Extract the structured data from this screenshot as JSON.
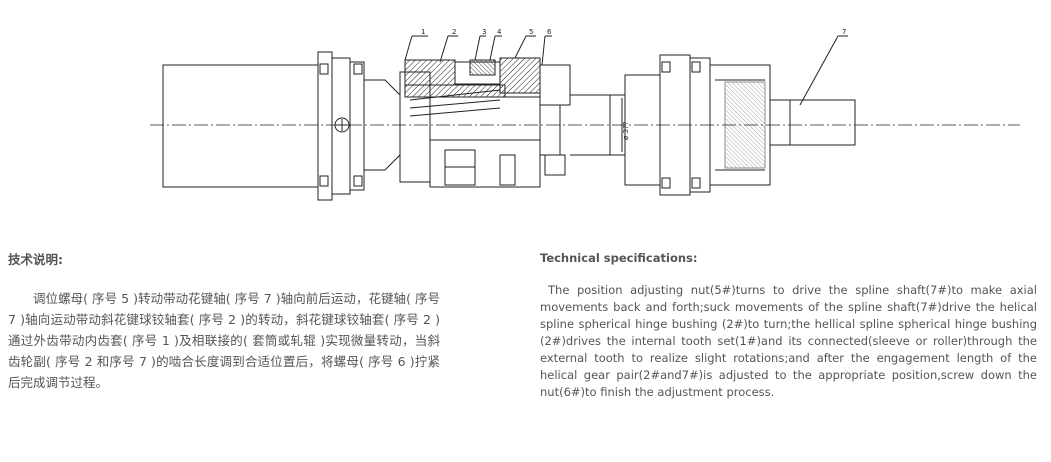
{
  "drawing": {
    "part_labels": [
      "1",
      "2",
      "3",
      "4",
      "5",
      "6",
      "7"
    ],
    "dimension_label": "ø 3??"
  },
  "chinese_section": {
    "title": "技术说明:",
    "body": "调位螺母( 序号 5 )转动带动花键轴( 序号 7 )轴向前后运动，花键轴( 序号 7 )轴向运动带动斜花键球铰轴套( 序号 2 )的转动，斜花键球铰轴套( 序号 2 )通过外齿带动内齿套( 序号 1 )及相联接的( 套筒或轧辊 )实现微量转动，当斜齿轮副( 序号 2 和序号 7 )的啮合长度调到合适位置后，将螺母( 序号 6 )拧紧后完成调节过程。"
  },
  "english_section": {
    "title": "Technical specifications:",
    "body": "The position adjusting nut(5#)turns to drive the spline shaft(7#)to make axial movements back and forth;suck movements of the spline shaft(7#)drive the helical spline spherical hinge bushing (2#)to turn;the hellical spline spherical hinge bushing (2#)drives the internal tooth set(1#)and its connected(sleeve or roller)through the external tooth to realize slight rotations;and after the engagement length of the helical gear pair(2#and7#)is adjusted to the appropriate position,screw down the nut(6#)to finish the adjustment process."
  },
  "colors": {
    "line": "#222222",
    "text": "#555555",
    "background": "#ffffff"
  }
}
